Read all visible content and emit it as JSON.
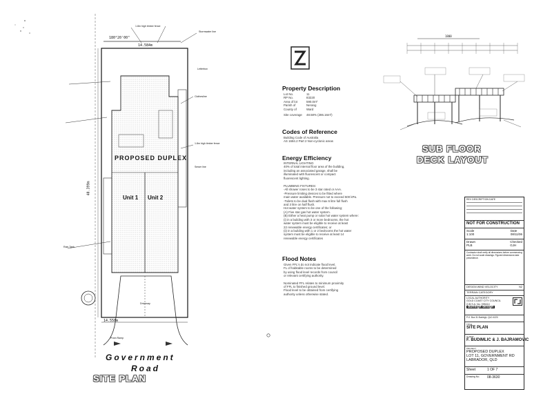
{
  "site_plan": {
    "road_name_1": "Government",
    "road_name_2": "Road",
    "title": "SITE PLAN",
    "building_label": "PROPOSED DUPLEX",
    "unit1": "Unit 1",
    "unit2": "Unit 2",
    "top_dimension": "14.584m",
    "bottom_dimension": "14.558m",
    "bearing": "180°20'00\"",
    "side_dimension": "40.399m",
    "annotations": [
      "1.8m high timber fence",
      "Letterbox",
      "Clothesline",
      "Rain Tank",
      "Stormwater line",
      "Sewer line",
      "Driveway",
      "1.8m high timber fence",
      "Pram Ramp"
    ]
  },
  "property": {
    "heading": "Property Description",
    "rows": [
      {
        "k": "Lot No.",
        "v": "11"
      },
      {
        "k": "RP No.",
        "v": "83220"
      },
      {
        "k": "Area of lot",
        "v": "590.0m²"
      },
      {
        "k": "Parish of",
        "v": "Nerang"
      },
      {
        "k": "County of",
        "v": "Ward"
      }
    ],
    "coverage_label": "Site coverage",
    "coverage_value": "48.58% (286.16m²)"
  },
  "codes": {
    "heading": "Codes of Reference",
    "line1": "Building Code of Australia",
    "line2": "AS 1684.2 Part 2 Non-cyclonic areas"
  },
  "energy": {
    "heading": "Energy Efficiency",
    "sub1": "INTERNAL LIGHTING",
    "lighting_lines": [
      "40% of total internal floor area of the building,",
      "including an associated garage, shall be",
      "illuminated with fluorescent or compact",
      "fluorescent lighting."
    ],
    "sub2": "PLUMBING FIXTURES:",
    "plumbing_lines": [
      "-All shower roses to be 3 star rated or AAA.",
      "-Pressure limiting devices to be fitted where",
      " main water available. Pressure not to exceed 500 kPa.",
      "-Toilets to be dual flush with max 6 litre full flush",
      " and 3 litre on half flush.",
      "Hot water system to be one of the following;",
      " (A) Five star gas hot water system.",
      " (B) Either a heat pump or solar hot water system where:",
      "   (i) in a building with 3 or more bedrooms, the hot",
      "       water system must be eligible to receive at least",
      "       22 renewable energy certificates; or",
      "   (ii) in a building with 1 or 2 bedrooms the hot water",
      "       system must be eligible to receive at least 14",
      "       renewable energy certificates"
    ]
  },
  "flood": {
    "heading": "Flood Notes",
    "lines": [
      "Given FFL's do not indicate flood level,",
      "FL of habitable rooms to be determined",
      "by using flood level records from council",
      "or relevant certifying authority.",
      "",
      "Nominated FFL relates to minimum proximity",
      "of FFL to finished ground level.",
      "Flood level to be obtained from certifying",
      "authority unless otherwise stated."
    ]
  },
  "subfloor": {
    "title_line1": "SUB FLOOR",
    "title_line2": "DECK LAYOUT",
    "top_dimension": "1800"
  },
  "title_block": {
    "not_for_construction": "NOT FOR CONSTRUCTION",
    "scale_label": "Scale",
    "scale_value": "1:100",
    "date_label": "Date",
    "date_value": "08/11/06",
    "drawn_label": "Drawn",
    "drawn_value": "PLB",
    "checked_label": "Checked",
    "checked_value": "GJH",
    "notes_small": "Contractor shall verify all dimensions before commencing work. Do not scale drawings. Figured dimensions take precedence.",
    "design_wind_label": "DESIGN WIND VELOCITY",
    "design_wind_value": "N2",
    "terrain_label": "TERRAIN CATEGORY",
    "authority_label": "LOCAL AUTHORITY",
    "authority_value": "GOLD COAST CITY COUNCIL",
    "qbsa": "Q.B.S.A. No. 095414",
    "firm": "burleigh design",
    "firm_address": "P.O. Box 31 Burleigh, QLD 4220",
    "title_label": "TITLE",
    "title_value": "SITE PLAN",
    "client_label": "CLIENT",
    "client_value": "F. BUDIMLIC & J. BAJRAMOVIC",
    "project_label": "PROJECT",
    "project_line1": "PROPOSED DUPLEX",
    "project_line2": "LOT 11, GOVERNMENT RD",
    "project_line3": "LABRADOR, QLD",
    "sheet_label": "Sheet",
    "sheet_value": "1 OF 7",
    "drawing_label": "Drawing No.",
    "drawing_value": "08-3630",
    "revision_header": "REV  DESCRIPTION  DATE"
  }
}
